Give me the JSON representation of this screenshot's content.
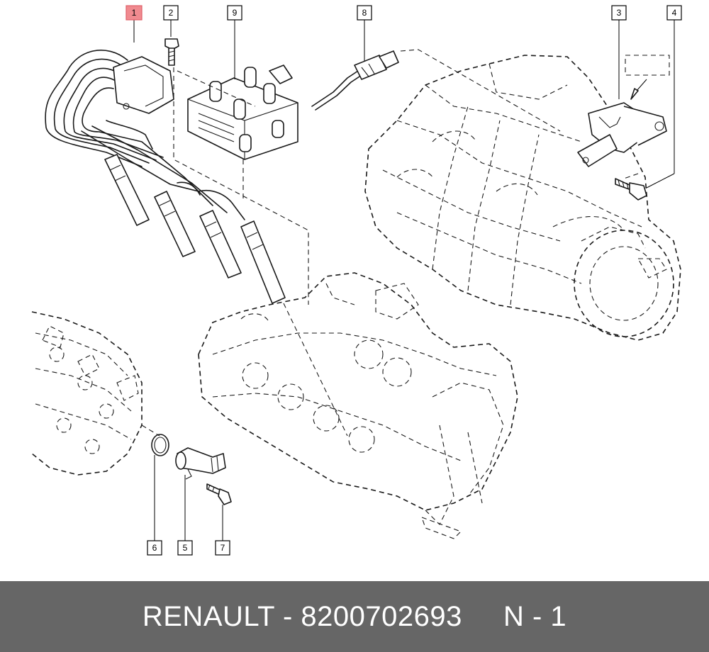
{
  "callouts": [
    {
      "id": "1",
      "highlighted": true
    },
    {
      "id": "2",
      "highlighted": false
    },
    {
      "id": "9",
      "highlighted": false
    },
    {
      "id": "8",
      "highlighted": false
    },
    {
      "id": "3",
      "highlighted": false
    },
    {
      "id": "4",
      "highlighted": false
    },
    {
      "id": "6",
      "highlighted": false
    },
    {
      "id": "5",
      "highlighted": false
    },
    {
      "id": "7",
      "highlighted": false
    }
  ],
  "colors": {
    "highlight": "#f08a8f",
    "footer_background": "#666666",
    "footer_text": "#ffffff",
    "line": "#1a1a1a"
  },
  "footer": {
    "text": "RENAULT - 8200702693     N - 1"
  }
}
